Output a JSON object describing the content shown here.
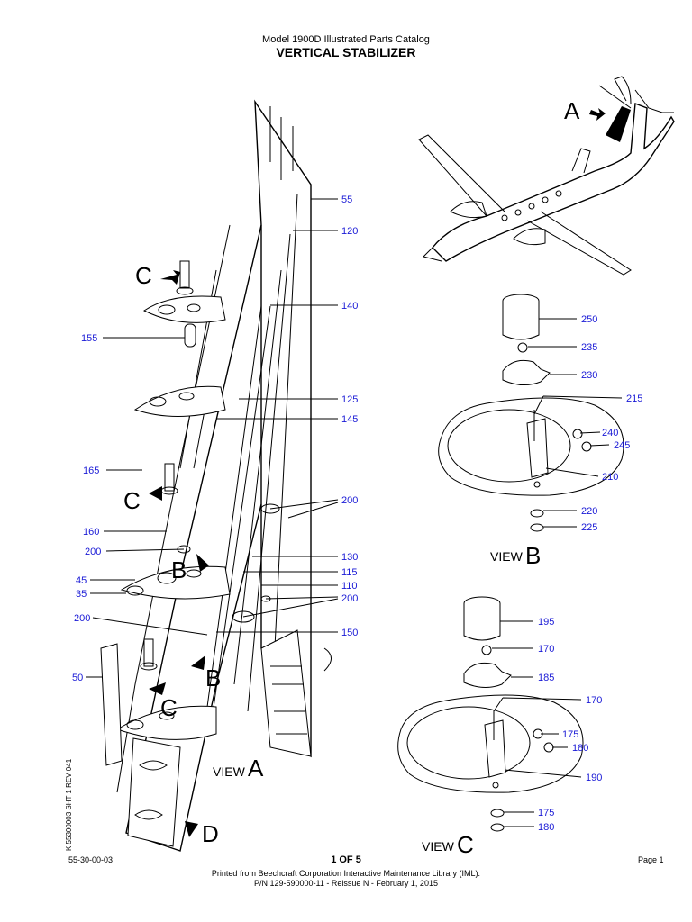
{
  "header": {
    "catalog": "Model 1900D Illustrated Parts Catalog",
    "title": "VERTICAL STABILIZER"
  },
  "view_markers": {
    "A": "A",
    "B": "B",
    "C": "C",
    "D": "D",
    "view_word": "VIEW"
  },
  "callouts_main": [
    "55",
    "120",
    "140",
    "155",
    "125",
    "145",
    "165",
    "200",
    "160",
    "200",
    "130",
    "115",
    "45",
    "110",
    "35",
    "200",
    "200",
    "150",
    "50"
  ],
  "callouts_view_b": [
    "250",
    "235",
    "230",
    "215",
    "240",
    "245",
    "210",
    "220",
    "225"
  ],
  "callouts_view_c": [
    "195",
    "170",
    "185",
    "170",
    "175",
    "180",
    "190",
    "175",
    "180"
  ],
  "sheet_id": "K 55300003 SHT 1 REV 041",
  "footer": {
    "doc_ref": "55-30-00-03",
    "page_of": "1 OF 5",
    "page_label": "Page 1",
    "printed_from": "Printed from Beechcraft Corporation Interactive Maintenance Library (IML).",
    "part_number": "P/N 129-590000-11 - Reissue N - February 1, 2015"
  },
  "colors": {
    "callout": "#1a1ad6",
    "line": "#000000"
  }
}
